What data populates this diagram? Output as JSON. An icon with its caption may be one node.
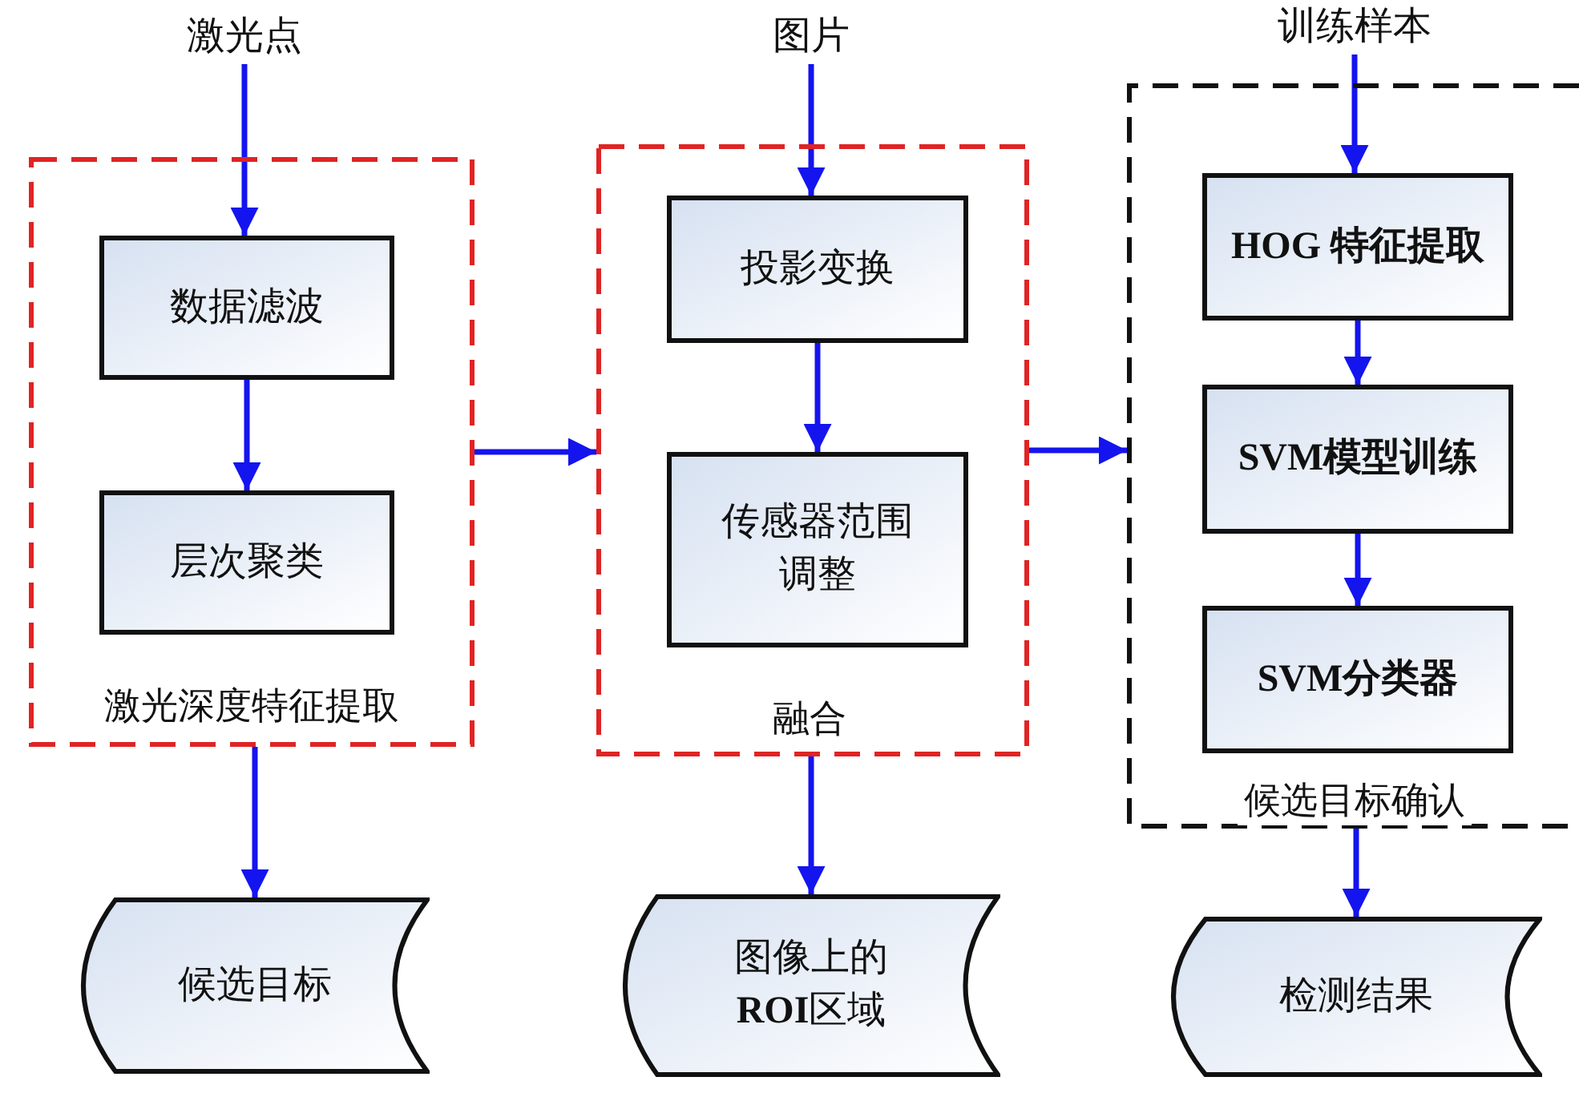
{
  "diagram": {
    "nodes": [
      {
        "text": [
          "激光点"
        ]
      },
      {
        "text": [
          "激光深度特征提取"
        ]
      },
      {
        "text": [
          "数据滤波"
        ],
        "in": 1
      },
      {
        "text": [
          "层次聚类"
        ],
        "in": 1
      },
      {
        "text": [
          "图片"
        ]
      },
      {
        "text": [
          "融合"
        ]
      },
      {
        "text": [
          "投影变换"
        ],
        "in": 5
      },
      {
        "text": [
          "传感器范围调整"
        ],
        "in": 5
      },
      {
        "text": [
          "训练样本"
        ]
      },
      {
        "text": [
          "候选目标确认"
        ]
      },
      {
        "text": [
          "HOG 特征提取"
        ],
        "in": 9
      },
      {
        "text": [
          "SVM模型训练"
        ],
        "in": 9
      },
      {
        "text": [
          "SVM分类器"
        ],
        "in": 9
      },
      {
        "text": [
          "候选目标"
        ]
      },
      {
        "text": [
          "图像上的**ROI**区域"
        ]
      },
      {
        "text": [
          "检测结果"
        ]
      }
    ],
    "edges": [
      {
        "from": 0,
        "to": 2,
        "arrow": "to"
      },
      {
        "from": 2,
        "to": 3,
        "arrow": "to"
      },
      {
        "from": 1,
        "to": 5,
        "arrow": "to"
      },
      {
        "from": 4,
        "to": 6,
        "arrow": "to"
      },
      {
        "from": 6,
        "to": 7,
        "arrow": "to"
      },
      {
        "from": 5,
        "to": 9,
        "arrow": "to"
      },
      {
        "from": 8,
        "to": 10,
        "arrow": "to"
      },
      {
        "from": 10,
        "to": 11,
        "arrow": "to"
      },
      {
        "from": 11,
        "to": 12,
        "arrow": "to"
      },
      {
        "from": 1,
        "to": 13,
        "arrow": "to"
      },
      {
        "from": 5,
        "to": 14,
        "arrow": "to"
      },
      {
        "from": 9,
        "to": 15,
        "arrow": "to"
      }
    ]
  }
}
